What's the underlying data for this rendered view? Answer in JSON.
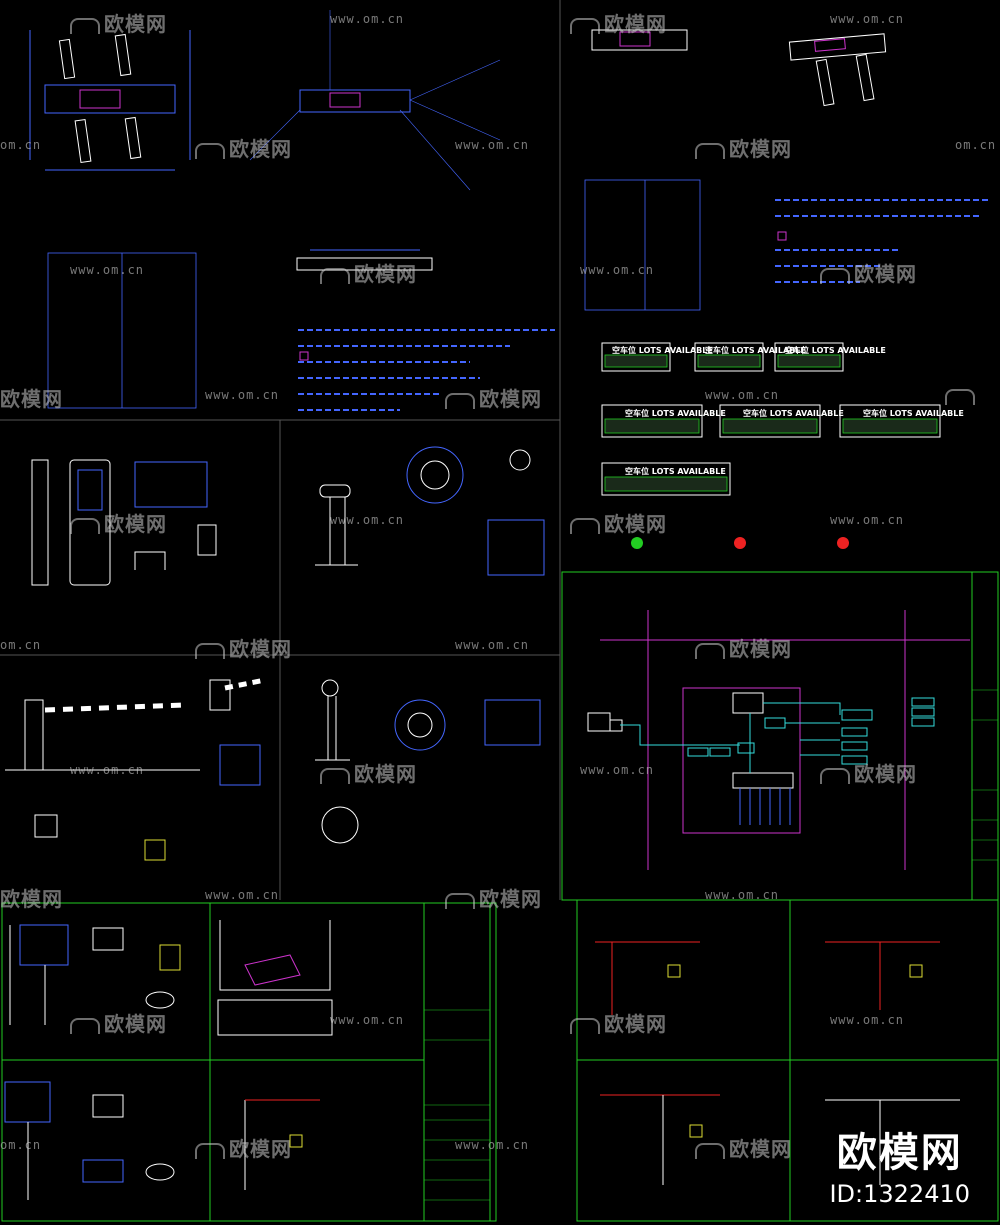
{
  "watermark": {
    "brand": "欧模网",
    "url": "www.om.cn",
    "url_short": "om.cn"
  },
  "parking_sign": {
    "label": "空车位 LOTS AVAILABLE"
  },
  "footer": {
    "brand": "欧模网",
    "id": "ID:1322410"
  },
  "colors": {
    "background": "#000000",
    "cad_white": "#ffffff",
    "cad_blue": "#4466ff",
    "cad_cyan": "#33dddd",
    "cad_green": "#22cc22",
    "cad_magenta": "#cc33cc",
    "cad_red": "#ee2222",
    "cad_yellow": "#dddd33",
    "frame_gray": "#666666"
  }
}
